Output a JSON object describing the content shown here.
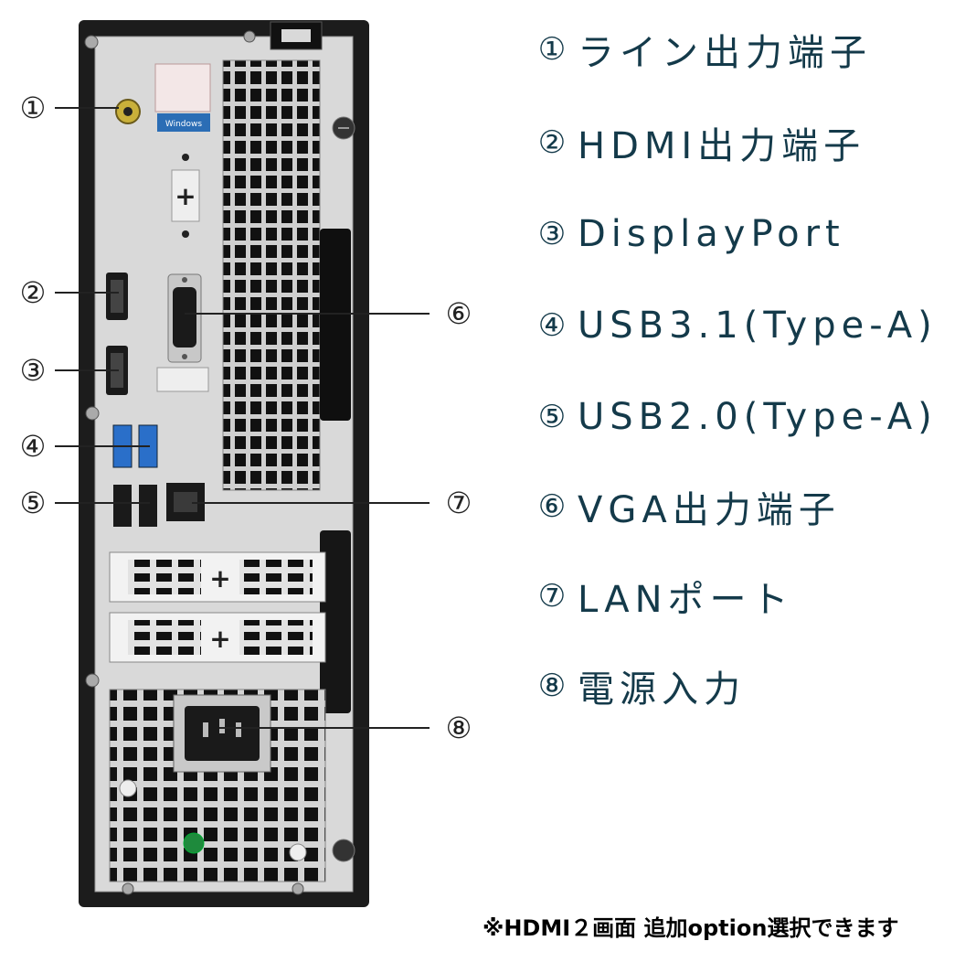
{
  "legend": [
    {
      "num": "①",
      "label": "ライン出力端子"
    },
    {
      "num": "②",
      "label": "HDMI出力端子"
    },
    {
      "num": "③",
      "label": "DisplayPort"
    },
    {
      "num": "④",
      "label": "USB3.1(Type-A)"
    },
    {
      "num": "⑤",
      "label": "USB2.0(Type-A)"
    },
    {
      "num": "⑥",
      "label": "VGA出力端子"
    },
    {
      "num": "⑦",
      "label": "LANポート"
    },
    {
      "num": "⑧",
      "label": "電源入力"
    }
  ],
  "footnote": "※HDMI２画面 追加option選択できます",
  "sticker_text": "Windows",
  "colors": {
    "legend_text": "#143a4a",
    "case_black": "#1c1c1c",
    "panel_silver": "#d9d9d9",
    "usb3_blue": "#2a6fc9",
    "audio_yellow": "#c9b03a"
  }
}
